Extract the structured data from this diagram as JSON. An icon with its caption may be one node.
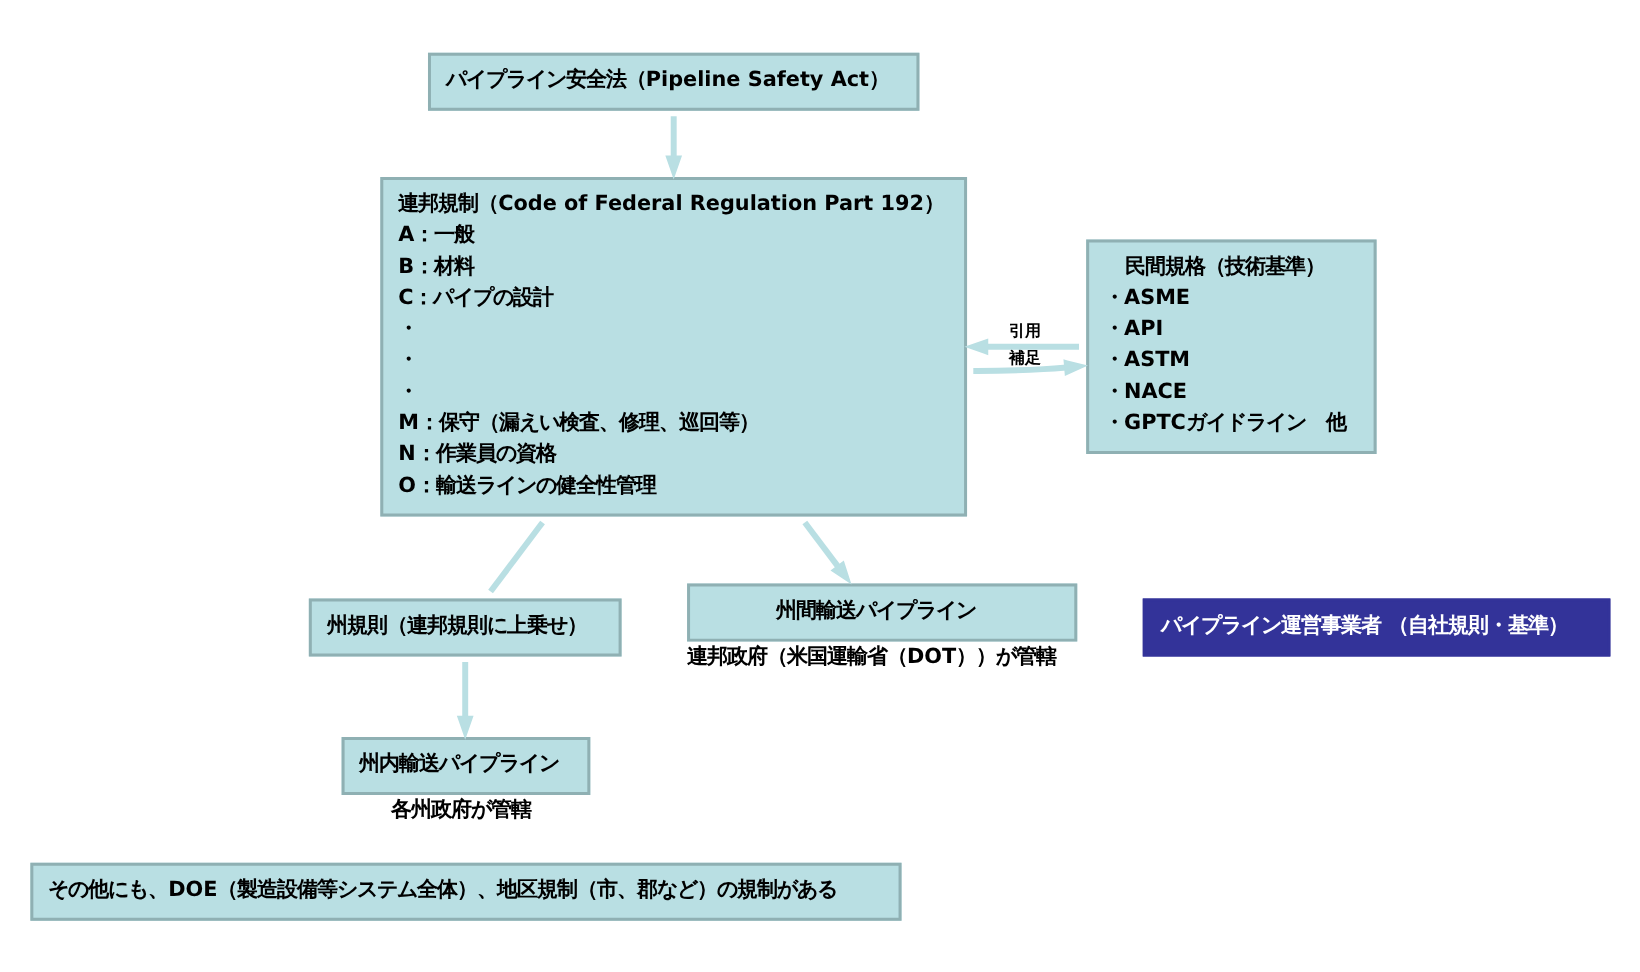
{
  "diagram": {
    "nodes": [
      {
        "text": [
          "パイプライン安全法（Pipeline Safety Act）"
        ]
      },
      {
        "text": [
          "連邦規制（Code of Federal Regulation Part 192）",
          "A：一般",
          "B：材料",
          "C：パイプの設計",
          "・",
          "・",
          "・",
          "M：保守（漏えい検査、修理、巡回等）",
          "N：作業員の資格",
          "O：輸送ラインの健全性管理"
        ]
      },
      {
        "text": [
          "民間規格（技術基準）",
          "・ASME",
          "・API",
          "・ASTM",
          "・NACE",
          "・GPTCガイドライン　他"
        ]
      },
      {
        "text": [
          "州規則（連邦規則に上乗せ）"
        ]
      },
      {
        "text": [
          "州間輸送パイプライン"
        ],
        "beside": [
          "連邦政府（米国運輸省（DOT））が管轄"
        ]
      },
      {
        "text": [
          "州内輸送パイプライン"
        ],
        "beside": [
          "各州政府が管轄"
        ]
      },
      {
        "text": [
          "パイプライン運営事業者 （自社規則・基準）"
        ]
      },
      {
        "text": [
          "その他にも、DOE（製造設備等システム全体）、地区規制（市、郡など）の規制がある"
        ]
      }
    ],
    "edges": [
      {
        "from": 0,
        "to": 1,
        "arrow": "to"
      },
      {
        "from": 2,
        "to": 1,
        "arrow": "to",
        "label": "引用"
      },
      {
        "from": 1,
        "to": 2,
        "arrow": "to",
        "label": "補足"
      },
      {
        "from": 1,
        "to": 4,
        "arrow": "to"
      },
      {
        "from": 1,
        "to": 3,
        "arrow": "none"
      },
      {
        "from": 3,
        "to": 5,
        "arrow": "to"
      }
    ]
  }
}
